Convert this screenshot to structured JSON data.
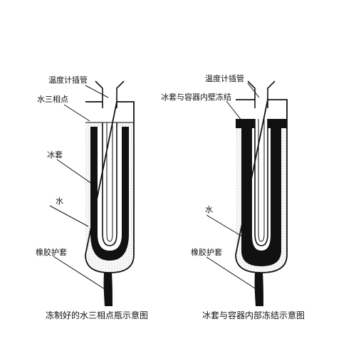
{
  "left_figure": {
    "labels": {
      "thermometer_well": "温度计插管",
      "triple_point": "水三相点",
      "ice_mantle": "冰套",
      "water": "水",
      "rubber_sleeve": "橡胶护套"
    },
    "caption": "冻制好的水三相点瓶示意图"
  },
  "right_figure": {
    "labels": {
      "thermometer_well": "温度计插管",
      "wall_frozen": "冰套与容器内壁冻结",
      "water": "水",
      "rubber_sleeve": "橡胶护套"
    },
    "caption": "冰套与容器内部冻结示意图"
  },
  "colors": {
    "ink": "#111111",
    "ice": "#111111",
    "water_stipple": "#9a9a9a",
    "background": "#ffffff"
  }
}
